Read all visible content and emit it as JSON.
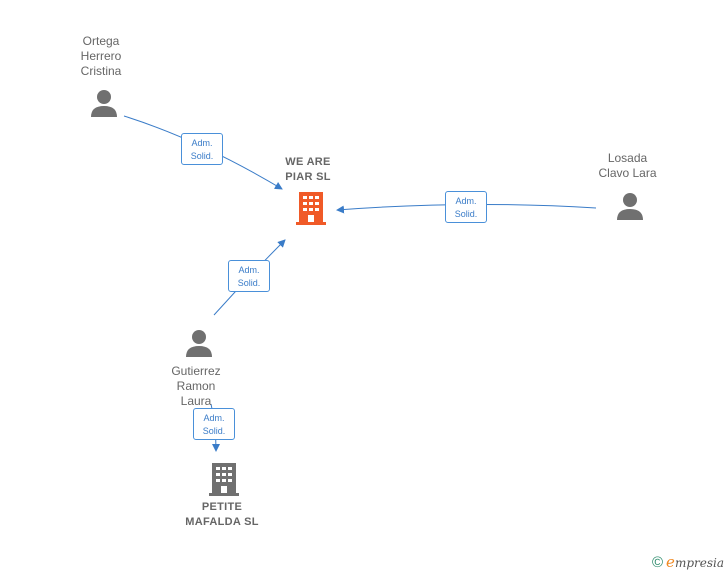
{
  "nodes": {
    "we_are_piar": {
      "label": "WE ARE\nPIAR  SL",
      "type": "company",
      "color": "#f05a28"
    },
    "petite_mafalda": {
      "label": "PETITE\nMAFALDA  SL",
      "type": "company",
      "color": "#707070"
    },
    "ortega": {
      "label": "Ortega\nHerrero\nCristina",
      "type": "person"
    },
    "losada": {
      "label": "Losada\nClavo Lara",
      "type": "person"
    },
    "gutierrez": {
      "label": "Gutierrez\nRamon\nLaura",
      "type": "person"
    }
  },
  "edges": [
    {
      "from": "ortega",
      "to": "we_are_piar",
      "role_line1": "Adm.",
      "role_line2": "Solid."
    },
    {
      "from": "losada",
      "to": "we_are_piar",
      "role_line1": "Adm.",
      "role_line2": "Solid."
    },
    {
      "from": "gutierrez",
      "to": "we_are_piar",
      "role_line1": "Adm.",
      "role_line2": "Solid."
    },
    {
      "from": "gutierrez",
      "to": "petite_mafalda",
      "role_line1": "Adm.",
      "role_line2": "Solid."
    }
  ],
  "colors": {
    "edge": "#3a7cc8",
    "person": "#707070"
  },
  "footer": {
    "copyright": "©",
    "brand_initial": "e",
    "brand_rest": "mpresia"
  }
}
